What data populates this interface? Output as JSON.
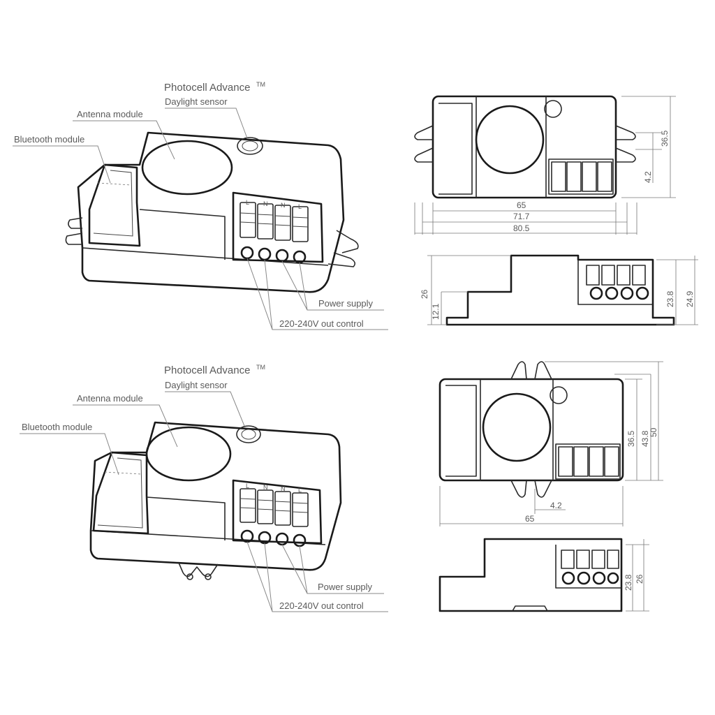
{
  "colors": {
    "line": "#1a1a1a",
    "text": "#5a5a5a",
    "background": "#ffffff"
  },
  "top": {
    "labels": {
      "photocell": "Photocell Advance",
      "tm": "TM",
      "daylight": "Daylight sensor",
      "antenna": "Antenna module",
      "bluetooth": "Bluetooth module",
      "power": "Power supply",
      "control": "220-240V out control"
    },
    "terminals": [
      "L",
      "N",
      "N",
      "L"
    ],
    "dims": {
      "w65": "65",
      "w717": "71.7",
      "w805": "80.5",
      "h365": "36.5",
      "h42": "4.2",
      "h26": "26",
      "h121": "12.1",
      "h238": "23.8",
      "h249": "24.9"
    }
  },
  "bottom": {
    "labels": {
      "photocell": "Photocell Advance",
      "tm": "TM",
      "daylight": "Daylight sensor",
      "antenna": "Antenna module",
      "bluetooth": "Bluetooth module",
      "power": "Power supply",
      "control": "220-240V out control"
    },
    "terminals": [
      "L",
      "N",
      "N",
      "L"
    ],
    "dims": {
      "h365": "36.5",
      "h438": "43.8",
      "h50": "50",
      "w42": "4.2",
      "w65": "65",
      "h238": "23.8",
      "h26": "26"
    }
  }
}
